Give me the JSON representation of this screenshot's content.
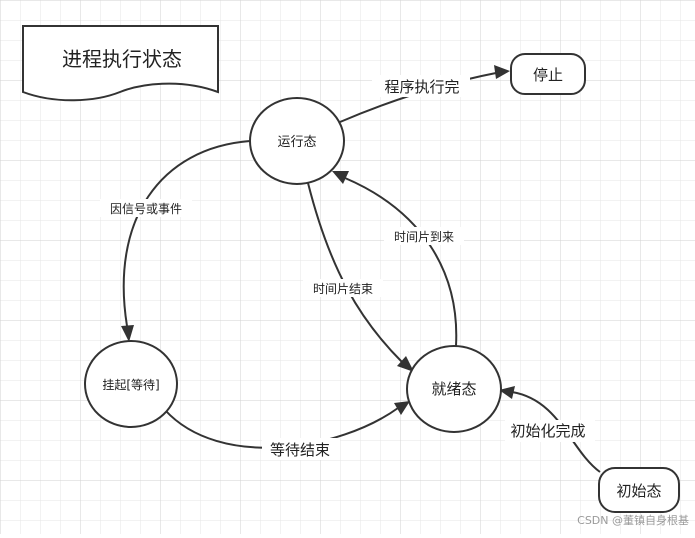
{
  "title": "进程执行状态",
  "nodes": {
    "running": "运行态",
    "stopped": "停止",
    "suspended": "挂起[等待]",
    "ready": "就绪态",
    "initial": "初始态"
  },
  "edges": {
    "run_to_stop": "程序执行完",
    "run_to_suspend": "因信号或事件",
    "run_to_ready": "时间片结束",
    "ready_to_run": "时间片到来",
    "suspend_to_ready": "等待结束",
    "initial_to_ready": "初始化完成"
  },
  "watermark": "CSDN @董镇自身根基",
  "colors": {
    "grid_minor": "#e6e6e6",
    "grid_major": "#d2d2d2",
    "stroke": "#333333",
    "background": "#ffffff"
  }
}
